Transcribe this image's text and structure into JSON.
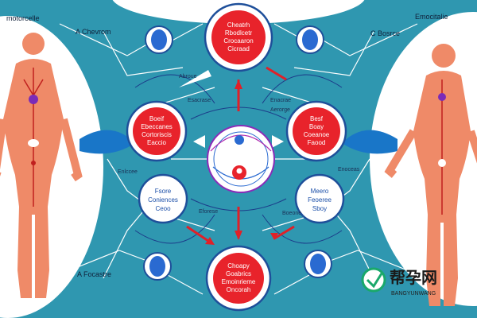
{
  "labels": {
    "top_left": "motorcelle",
    "top_right": "Emocitalie",
    "a_chevrolet": "A Chevrom",
    "c_boente": "C Bosrce",
    "a_focastrie": "A Focastre"
  },
  "nodes": {
    "top": [
      "Cheatrh",
      "Rbodlcetr",
      "Crocaaron",
      "Cicraad"
    ],
    "left": [
      "Boeif",
      "Ebeccanes",
      "Cortoriscis",
      "Eaccio"
    ],
    "right": [
      "Besf",
      "Boay",
      "Coeanoe",
      "Faood"
    ],
    "left_blue": [
      "Fsore",
      "Coniences",
      "Ceoo"
    ],
    "right_blue": [
      "Meero",
      "Feoeree",
      "Sboy"
    ],
    "bottom": [
      "Choapy",
      "Goabrics",
      "Emoinrieme",
      "Oncorah"
    ]
  },
  "arrow_labels": {
    "tl": "Abroue",
    "tl2": "Esacrase",
    "tr": "Enacrae",
    "tr2": "Aerorge",
    "ml": "Enlccee",
    "mr": "Enoceas",
    "bl": "Eforese",
    "br": "Boeone"
  },
  "watermark": {
    "cn": "帮孕网",
    "en": "BANGYUNWANG"
  },
  "colors": {
    "background": "#2f97b0",
    "node_red": "#e8232b",
    "node_ring": "#1e4f9a",
    "body": "#ef8a68",
    "arrow_red": "#e02028"
  }
}
